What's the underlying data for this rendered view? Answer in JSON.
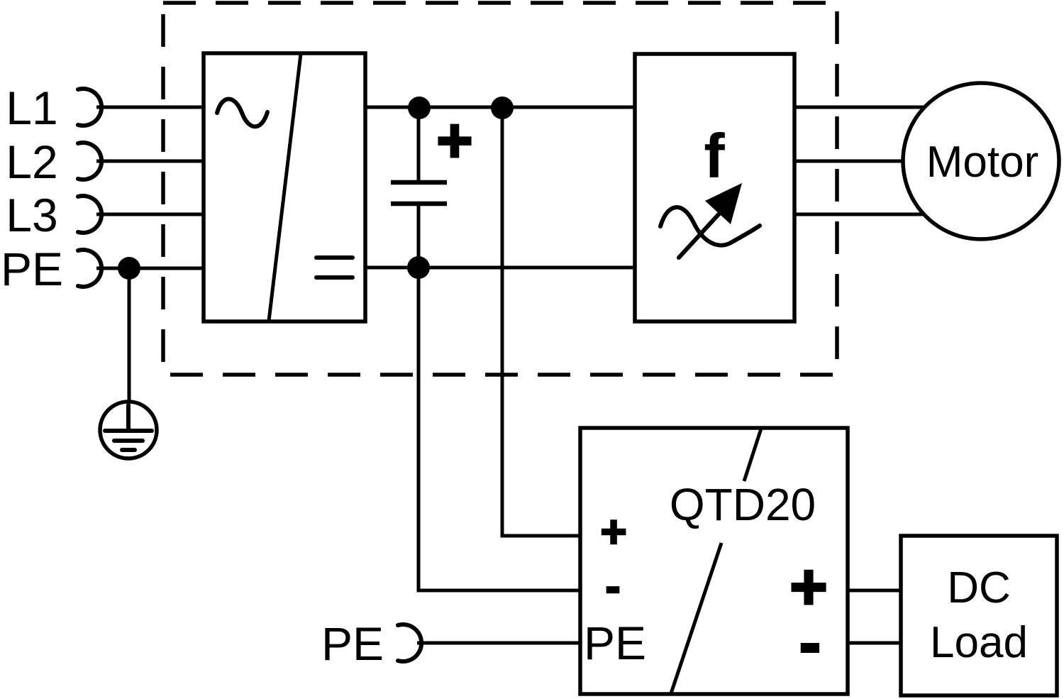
{
  "colors": {
    "ink": "#000000",
    "background": "#ffffff"
  },
  "ac_input": {
    "terminals": [
      {
        "label": "L1"
      },
      {
        "label": "L2"
      },
      {
        "label": "L3"
      },
      {
        "label": "PE"
      }
    ]
  },
  "dc_link": {
    "plus_label": "+"
  },
  "inverter": {
    "frequency_label": "f"
  },
  "motor": {
    "label": "Motor"
  },
  "qtd20": {
    "model_label": "QTD20",
    "input_plus_label": "+",
    "input_minus_label": "-",
    "input_pe_label": "PE",
    "output_plus_label": "+",
    "output_minus_label": "-"
  },
  "pe_input": {
    "label": "PE"
  },
  "dc_load": {
    "label_line1": "DC",
    "label_line2": "Load"
  }
}
